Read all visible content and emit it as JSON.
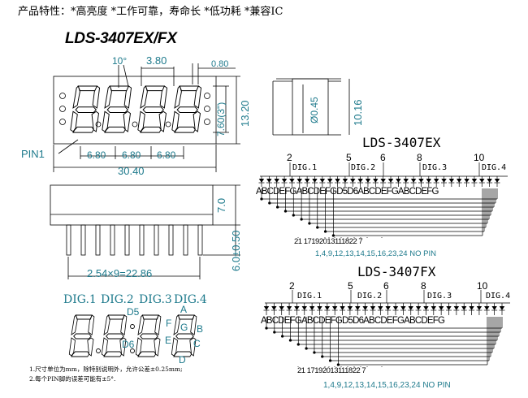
{
  "header_text": "产品特性：*高亮度 *工作可靠，寿命长 *低功耗 *兼容IC",
  "model_title": "LDS-3407EX/FX",
  "front_view": {
    "angle": "10°",
    "pitch_top": "3.80",
    "seg_width": "0.80",
    "digit_height": "7.60(3\")",
    "body_height": "13.20",
    "pin1_label": "PIN1",
    "digit_pitch": [
      "6.80",
      "6.80",
      "6.80"
    ],
    "body_width": "30.40"
  },
  "side_view": {
    "pin_dia": "Ø0.45",
    "depth": "10.16"
  },
  "bottom_view": {
    "body_thickness": "7.0",
    "pin_length": "6.0±0.50",
    "pin_pitch": "2.54×9=22.86"
  },
  "segment_legend": {
    "digits": [
      "DIG.1",
      "DIG.2",
      "DIG.3",
      "DIG.4"
    ],
    "segments": [
      "D5",
      "A",
      "F",
      "G",
      "B",
      "E",
      "C",
      "D6",
      "D"
    ]
  },
  "notes": [
    "1.尺寸单位为mm，除特别说明外，允许公差±0.25mm;",
    "2.每个PIN脚的误差可能有±5°."
  ],
  "circuit_ex": {
    "title": "LDS-3407EX",
    "top_pins": [
      "2",
      "5",
      "6",
      "8",
      "10"
    ],
    "digit_labels": [
      "DIG.1",
      "DIG.2",
      "DIG.3",
      "DIG.4"
    ],
    "segments": "ABCDEFGABCDEFGD5D6ABCDEFGABCDEFG",
    "bottom_pins": "21  17192013111822 7",
    "no_pin": "1,4,9,12,13,14,15,16,23,24   NO   PIN"
  },
  "circuit_fx": {
    "title": "LDS-3407FX",
    "top_pins": [
      "2",
      "5",
      "6",
      "8",
      "10"
    ],
    "digit_labels": [
      "DIG.1",
      "DIG.2",
      "DIG.3",
      "DIG.4"
    ],
    "segments": "ABCDEFGABCDEFGD5D6ABCDEFGABCDEFG",
    "bottom_pins": "21  17192013111822 7",
    "no_pin": "1,4,9,12,13,14,15,16,23,24   NO   PIN"
  }
}
